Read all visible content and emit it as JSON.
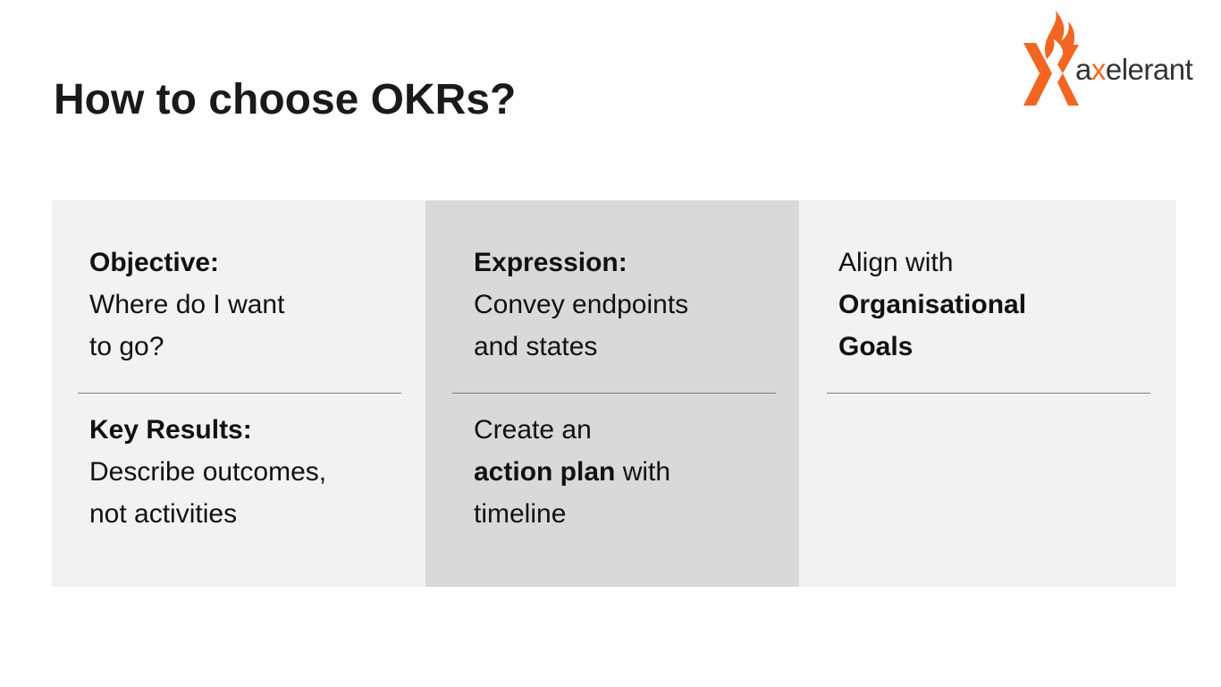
{
  "slide": {
    "title": "How to choose OKRs?"
  },
  "logo": {
    "word_before": "a",
    "word_x": "x",
    "word_after": "elerant",
    "flame_color": "#F26522",
    "text_color": "#333333"
  },
  "columns": [
    {
      "top": {
        "heading": "Objective:",
        "line1": "Where do I want",
        "line2": "to go?"
      },
      "bottom": {
        "heading": "Key Results:",
        "line1": "Describe outcomes,",
        "line2": "not activities"
      },
      "background": "#f2f2f2"
    },
    {
      "top": {
        "heading": "Expression:",
        "line1": "Convey endpoints",
        "line2": "and states"
      },
      "bottom": {
        "line1": "Create an",
        "bold": "action plan",
        "after_bold": " with",
        "line3": "timeline"
      },
      "background": "#d9d9d9"
    },
    {
      "top": {
        "line1": "Align with",
        "bold1": "Organisational",
        "bold2": "Goals"
      },
      "background": "#f2f2f2"
    }
  ]
}
